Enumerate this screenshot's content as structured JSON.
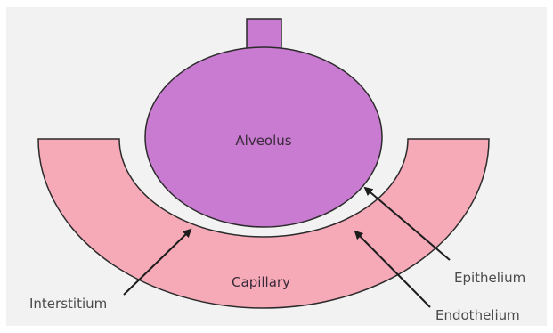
{
  "diagram": {
    "labels": {
      "alveolus": "Alveolus",
      "capillary": "Capillary",
      "epithelium": "Epithelium",
      "interstitium": "Interstitium",
      "endothelium": "Endothelium"
    },
    "colors": {
      "background": "#f2f2f2",
      "alveolus_fill": "#c87bd0",
      "alveolus_stroke": "#2b2b2b",
      "capillary_fill": "#f6aab8",
      "capillary_stroke": "#2b2b2b",
      "arrow": "#1c1c1c"
    }
  }
}
